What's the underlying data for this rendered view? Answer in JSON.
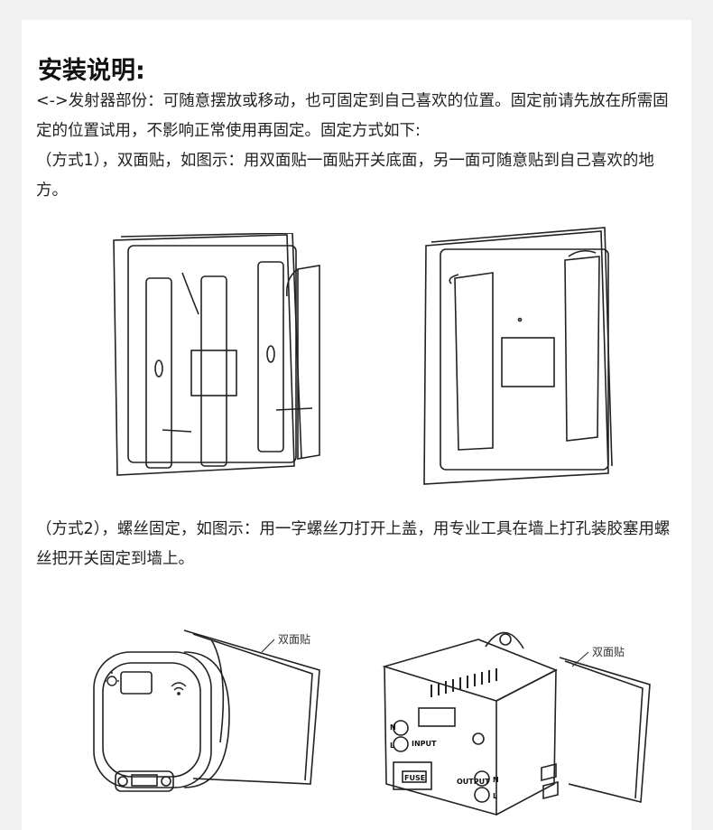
{
  "title": "安装说明:",
  "paragraphs": {
    "p1": "<->发射器部份：可随意摆放或移动，也可固定到自己喜欢的位置。固定前请先放在所需固定的位置试用，不影响正常使用再固定。固定方式如下:",
    "p2": "（方式1），双面贴，如图示：用双面贴一面贴开关底面，另一面可随意贴到自己喜欢的地方。",
    "p3": "（方式2），螺丝固定，如图示：用一字螺丝刀打开上盖，用专业工具在墙上打孔装胶塞用螺丝把开关固定到墙上。"
  },
  "figures": {
    "tape_label_left": "双面贴",
    "tape_label_right": "双面贴",
    "receiver_labels": {
      "input": "INPUT",
      "output": "OUTPUT",
      "fuse": "FUSE",
      "n": "N",
      "l": "L"
    }
  },
  "icons": [
    "light-bulb-icon",
    "wifi-signal-icon"
  ]
}
